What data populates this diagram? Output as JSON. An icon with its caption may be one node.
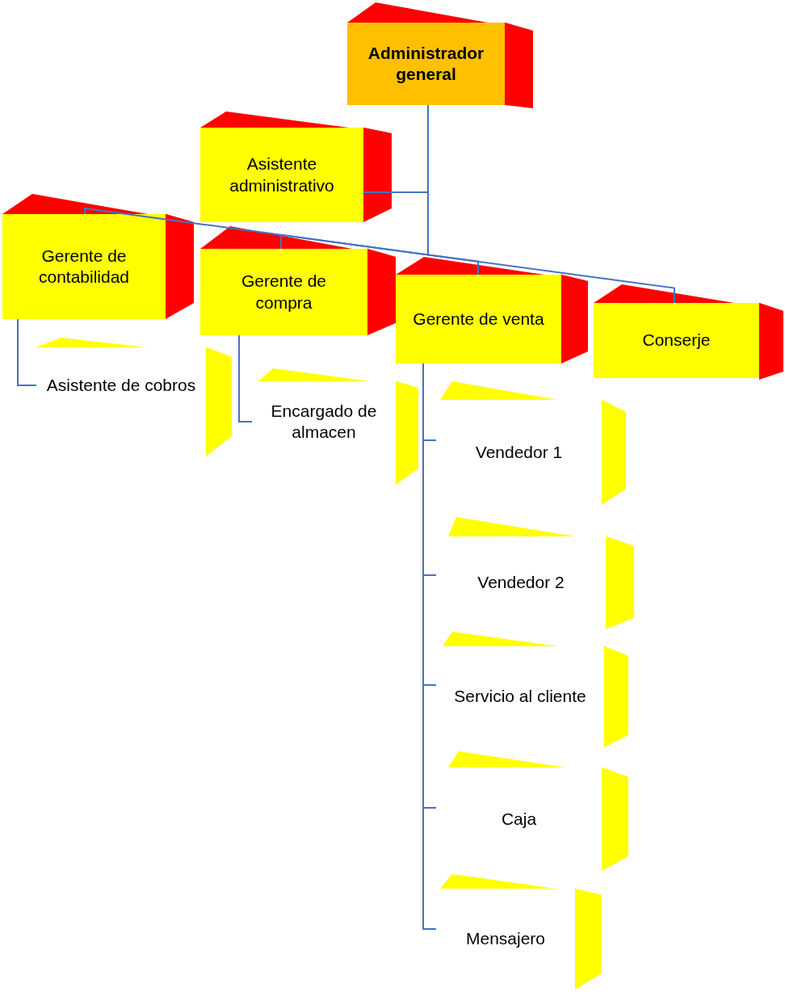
{
  "diagram": {
    "nodes": [
      {
        "text": [
          "Administrador general"
        ]
      },
      {
        "text": [
          "Asistente administrativo"
        ]
      },
      {
        "text": [
          "Gerente de contabilidad"
        ]
      },
      {
        "text": [
          "Gerente de compra"
        ]
      },
      {
        "text": [
          "Gerente de venta"
        ]
      },
      {
        "text": [
          "Conserje"
        ]
      },
      {
        "text": [
          "Asistente de cobros"
        ]
      },
      {
        "text": [
          "Encargado de almacen"
        ]
      },
      {
        "text": [
          "Vendedor 1"
        ]
      },
      {
        "text": [
          "Vendedor 2"
        ]
      },
      {
        "text": [
          "Servicio al cliente"
        ]
      },
      {
        "text": [
          "Caja"
        ]
      },
      {
        "text": [
          "Mensajero"
        ]
      }
    ],
    "edges": [
      {
        "from": 0,
        "to": 1,
        "arrow": "none"
      },
      {
        "from": 0,
        "to": 2,
        "arrow": "none"
      },
      {
        "from": 0,
        "to": 3,
        "arrow": "none"
      },
      {
        "from": 0,
        "to": 4,
        "arrow": "none"
      },
      {
        "from": 0,
        "to": 5,
        "arrow": "none"
      },
      {
        "from": 2,
        "to": 6,
        "arrow": "none"
      },
      {
        "from": 3,
        "to": 7,
        "arrow": "none"
      },
      {
        "from": 4,
        "to": 8,
        "arrow": "none"
      },
      {
        "from": 4,
        "to": 9,
        "arrow": "none"
      },
      {
        "from": 4,
        "to": 10,
        "arrow": "none"
      },
      {
        "from": 4,
        "to": 11,
        "arrow": "none"
      },
      {
        "from": 4,
        "to": 12,
        "arrow": "none"
      }
    ]
  }
}
